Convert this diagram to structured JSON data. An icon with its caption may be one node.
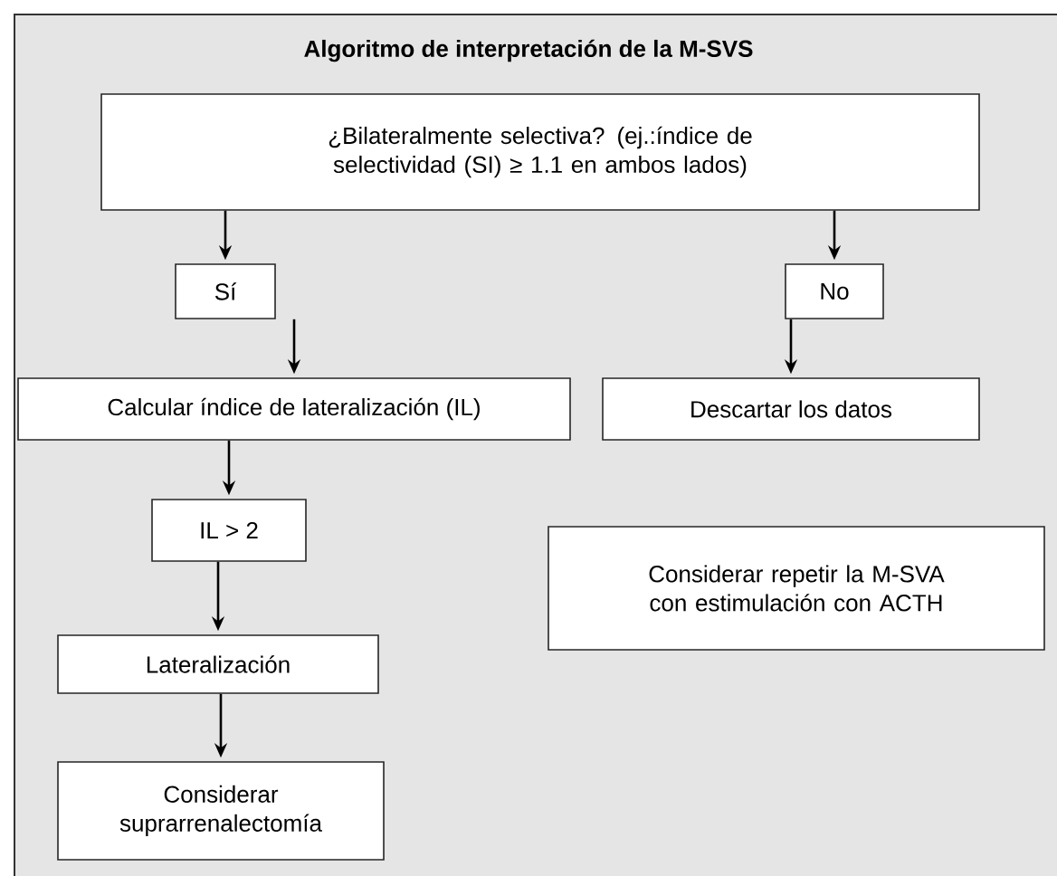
{
  "diagram": {
    "title": "Algoritmo de interpretación de la M-SVS",
    "nodes": [
      {
        "text": [
          "¿Bilateralmente selectiva? (ej.:índice de selectividad (SI) ≥ 1.1 en ambos lados)"
        ]
      },
      {
        "text": [
          "Sí"
        ]
      },
      {
        "text": [
          "No"
        ]
      },
      {
        "text": [
          "Calcular índice de lateralización (IL)"
        ]
      },
      {
        "text": [
          "Descartar los datos"
        ]
      },
      {
        "text": [
          "IL > 2"
        ]
      },
      {
        "text": [
          "Lateralización"
        ]
      },
      {
        "text": [
          "Considerar suprarrenalectomía"
        ]
      },
      {
        "text": [
          "Considerar repetir la M-SVA con estimulación con ACTH"
        ]
      }
    ],
    "edges": [
      {
        "from": 0,
        "to": 1,
        "arrow": "to"
      },
      {
        "from": 0,
        "to": 2,
        "arrow": "to"
      },
      {
        "from": 1,
        "to": 3,
        "arrow": "to"
      },
      {
        "from": 2,
        "to": 4,
        "arrow": "to"
      },
      {
        "from": 3,
        "to": 5,
        "arrow": "to"
      },
      {
        "from": 5,
        "to": 6,
        "arrow": "to"
      },
      {
        "from": 6,
        "to": 7,
        "arrow": "to"
      }
    ]
  }
}
